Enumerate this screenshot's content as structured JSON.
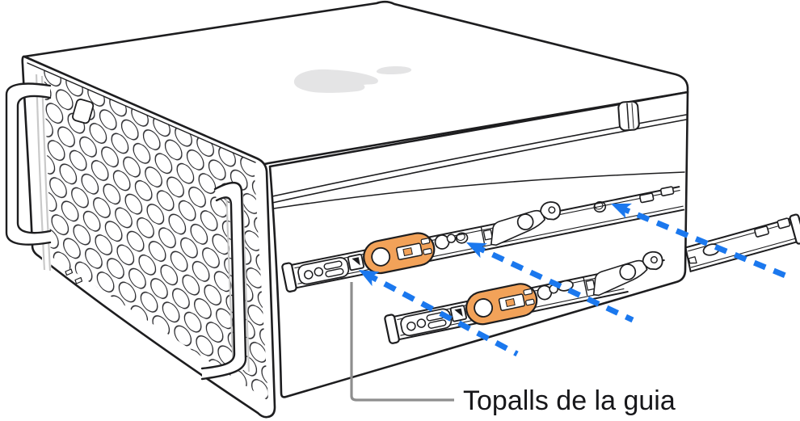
{
  "figure": {
    "callout": {
      "label": "Topalls de la guia"
    },
    "icons": {
      "apple_logo": "apple-silhouette",
      "direction_arrows": "dashed-blue-direction-arrows",
      "rail_stop": "rail-stop-flag"
    }
  },
  "colors": {
    "line": "#1d1d1f",
    "arrow_blue": "#1b78ee",
    "lock_orange": "#f2a259",
    "leader_gray": "#8e8e8e",
    "logo_gray": "#e4e4e5",
    "background": "#ffffff"
  }
}
